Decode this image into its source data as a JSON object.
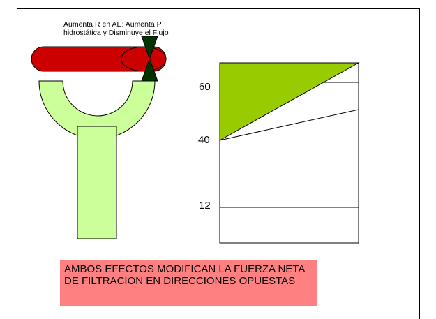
{
  "annotation": "Aumenta R en AE: Aumenta P hidrostática y Disminuye el Flujo",
  "scale_ticks": [
    "60",
    "40",
    "12"
  ],
  "conclusion": "AMBOS EFECTOS MODIFICAN LA FUERZA NETA DE FILTRACION EN DIRECCIONES OPUESTAS",
  "colors": {
    "afferent_vessel": "#cc0000",
    "glomerulus_tubule": "#ccff99",
    "constriction": "#003300",
    "net_filtration_area": "#99cc00",
    "conclusion_box": "#ff8080"
  }
}
